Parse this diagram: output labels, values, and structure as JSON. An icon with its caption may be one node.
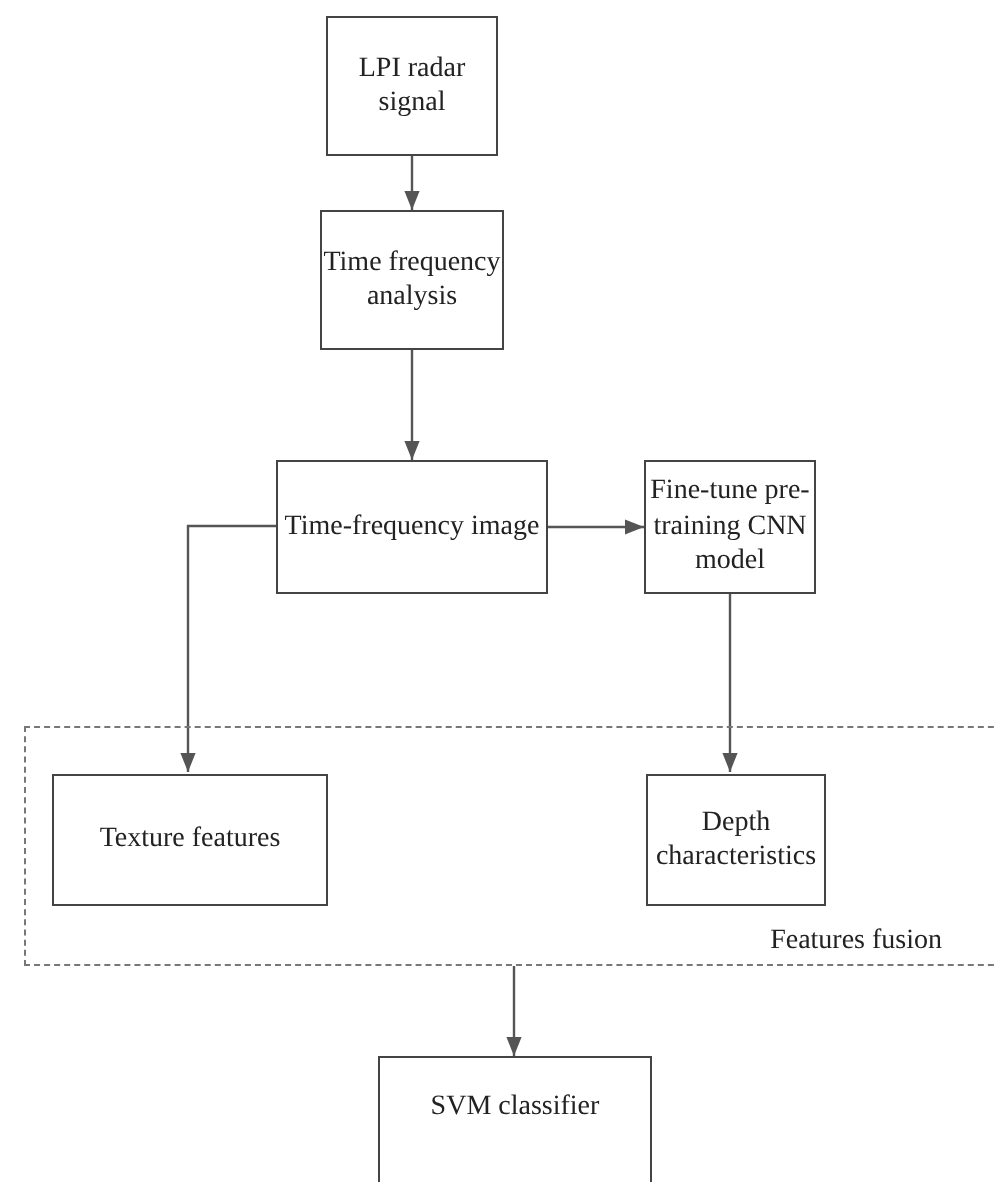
{
  "diagram": {
    "nodes": [
      {
        "text": [
          "LPI radar signal"
        ]
      },
      {
        "text": [
          "Time frequency analysis"
        ]
      },
      {
        "text": [
          "Time-frequency image"
        ]
      },
      {
        "text": [
          "Fine-tune pre-training CNN model"
        ]
      },
      {
        "text": [
          "Features fusion"
        ]
      },
      {
        "text": [
          "Texture features"
        ],
        "in": 4
      },
      {
        "text": [
          "Depth characteristics"
        ],
        "in": 4
      },
      {
        "text": [
          "SVM classifier"
        ]
      }
    ],
    "edges": [
      {
        "from": 0,
        "to": 1,
        "arrow": "to"
      },
      {
        "from": 1,
        "to": 2,
        "arrow": "to"
      },
      {
        "from": 2,
        "to": 3,
        "arrow": "to"
      },
      {
        "from": 2,
        "to": 5,
        "arrow": "to"
      },
      {
        "from": 3,
        "to": 6,
        "arrow": "to"
      },
      {
        "from": 4,
        "to": 7,
        "arrow": "to"
      }
    ]
  }
}
